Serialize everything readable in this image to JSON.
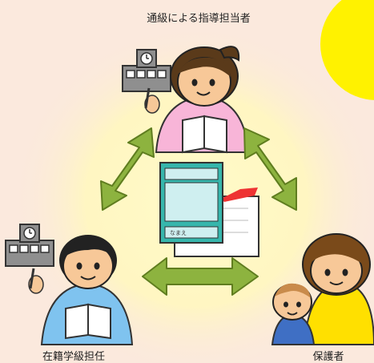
{
  "labels": {
    "top_person": "通級による指導担当者",
    "left_person": "在籍学級担任",
    "right_person": "保護者"
  },
  "notebook": {
    "name_field": "なまえ"
  },
  "colors": {
    "background": "#fbe9dd",
    "glow": "#fff7b8",
    "sun": "#ffee00",
    "arrow": "#8db33f",
    "notebook": "#36b6ac"
  },
  "icons": [
    "sun",
    "school-building-icon",
    "two-way-arrow-icon",
    "notebook-icon",
    "clipboard-icon"
  ]
}
